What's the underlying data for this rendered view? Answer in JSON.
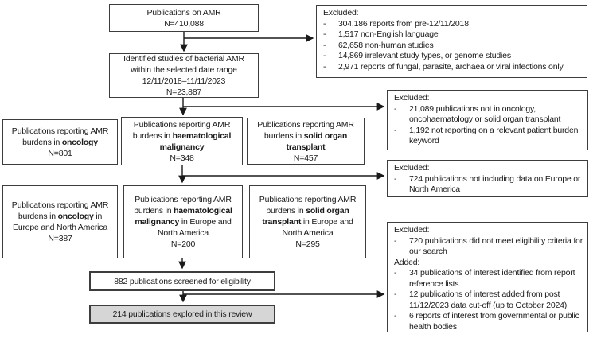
{
  "dash": "-",
  "colors": {
    "box_border": "#3d3d3d",
    "highlight_fill": "#d6d6d6",
    "connector_line": "#1a1a1a",
    "text": "#1a1a1a"
  },
  "flow": {
    "publications": {
      "line1": "Publications on AMR",
      "line2": "N=410,088"
    },
    "identified": {
      "line1": "Identified studies of bacterial AMR",
      "line2": "within the selected date range",
      "line3": "12/11/2018–11/11/2023",
      "line4": "N=23,887"
    },
    "oncology": {
      "line1": "Publications reporting AMR",
      "line2_pre": "burdens in ",
      "line2_bold": "oncology",
      "n": "N=801"
    },
    "haematological": {
      "line1": "Publications reporting AMR",
      "line2_pre": "burdens in ",
      "line2_bold": "haematological",
      "line3_bold": "malignancy",
      "n": "N=348"
    },
    "solid_organ": {
      "line1": "Publications reporting AMR",
      "line2_pre": "burdens in ",
      "line2_bold": "solid organ",
      "line3_bold": "transplant",
      "n": "N=457"
    },
    "oncology_eu_na": {
      "line1": "Publications reporting AMR",
      "line2_pre": "burdens in ",
      "line2_bold": "oncology",
      "line2_post": " in",
      "line3": "Europe and North America",
      "n": "N=387"
    },
    "haematological_eu_na": {
      "line1": "Publications reporting AMR",
      "line2_pre": "burdens in ",
      "line2_bold": "haematological",
      "line3_bold": "malignancy",
      "line3_post": " in Europe and",
      "line4": "North America",
      "n": "N=200"
    },
    "solid_organ_eu_na": {
      "line1": "Publications reporting AMR",
      "line2_pre": "burdens in ",
      "line2_bold": "solid organ",
      "line3_bold": "transplant",
      "line3_post": " in Europe and",
      "line4": "North America",
      "n": "N=295"
    },
    "screened": {
      "text": "882 publications screened for eligibility"
    },
    "explored": {
      "text": "214 publications explored in this review"
    }
  },
  "excluded_initial": {
    "title": "Excluded:",
    "items": [
      "304,186 reports from pre-12/11/2018",
      "1,517 non-English language",
      "62,658 non-human studies",
      "14,869 irrelevant study types, or genome studies",
      "2,971 reports of fungal, parasite, archaea or viral infections only"
    ]
  },
  "excluded_specialty": {
    "title": "Excluded:",
    "items": [
      "21,089 publications not in oncology, oncohaematology or solid organ transplant",
      "1,192 not reporting on a relevant patient burden keyword"
    ]
  },
  "excluded_geography": {
    "title": "Excluded:",
    "items": [
      "724 publications not including data on Europe or North America"
    ]
  },
  "excluded_added": {
    "excluded_title": "Excluded:",
    "excluded_items": [
      "720 publications did not meet eligibility criteria for our search"
    ],
    "added_title": "Added:",
    "added_items": [
      "34 publications of interest identified from report reference lists",
      "12 publications of interest added from post 11/12/2023 data cut-off (up to October 2024)",
      "6 reports of interest from governmental or public health bodies"
    ]
  }
}
